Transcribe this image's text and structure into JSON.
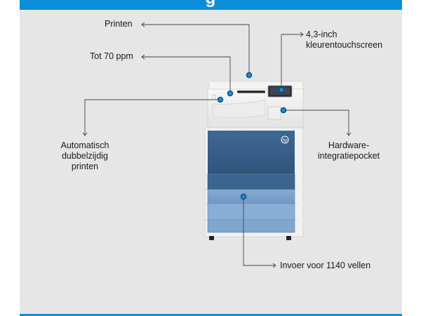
{
  "header": {
    "title_fragment": "g"
  },
  "callouts": {
    "print": "Printen",
    "speed": "Tot 70 ppm",
    "touchscreen_line1": "4,3-inch",
    "touchscreen_line2": "kleurentouchscreen",
    "duplex_line1": "Automatisch",
    "duplex_line2": "dubbelzijdig",
    "duplex_line3": "printen",
    "pocket_line1": "Hardware-",
    "pocket_line2": "integratiepocket",
    "input": "Invoer voor 1140 vellen"
  },
  "colors": {
    "accent": "#0c8fd8",
    "printer_blue_dark": "#3b6590",
    "printer_blue_light": "#7fa6cf",
    "panel_bg": "#e6e6e6"
  }
}
